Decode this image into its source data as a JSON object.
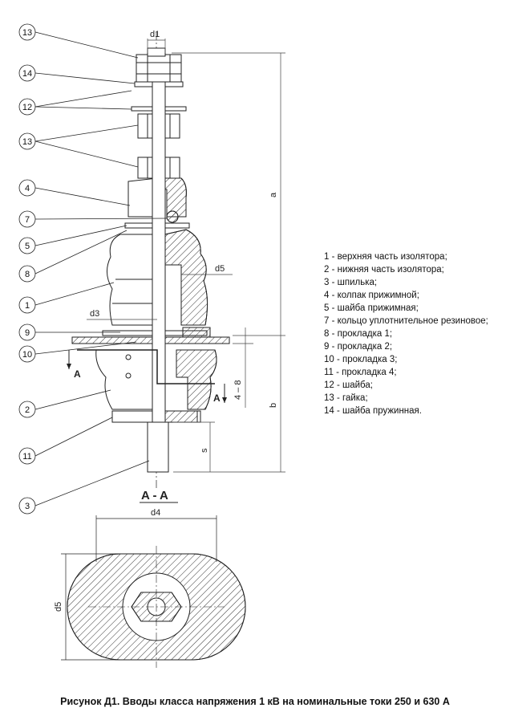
{
  "callouts": [
    "13",
    "14",
    "12",
    "13",
    "4",
    "7",
    "5",
    "8",
    "1",
    "9",
    "10",
    "2",
    "11",
    "3"
  ],
  "dimensions": {
    "d1": "d1",
    "d3": "d3",
    "d4": "d4",
    "d5_top": "d5",
    "d5_section": "d5",
    "a": "a",
    "b": "b",
    "s": "s",
    "range_4_8": "4 – 8"
  },
  "section": {
    "arrow_label_left": "A",
    "arrow_label_right": "A",
    "title": "A - A"
  },
  "legend": [
    "1 - верхняя часть изолятора;",
    "2 - нижняя часть изолятора;",
    "3 -  шпилька;",
    "4 -  колпак  прижимной;",
    "5 -  шайба прижимная;",
    "7 - кольцо уплотнительное резиновое;",
    "8 - прокладка 1;",
    "9 - прокладка 2;",
    "10 - прокладка 3;",
    "11 - прокладка 4;",
    "12 - шайба;",
    "13 - гайка;",
    "14 - шайба пружинная."
  ],
  "caption": "Рисунок Д1. Вводы  класса  напряжения 1 кВ на номинальные токи 250 и 630 А"
}
